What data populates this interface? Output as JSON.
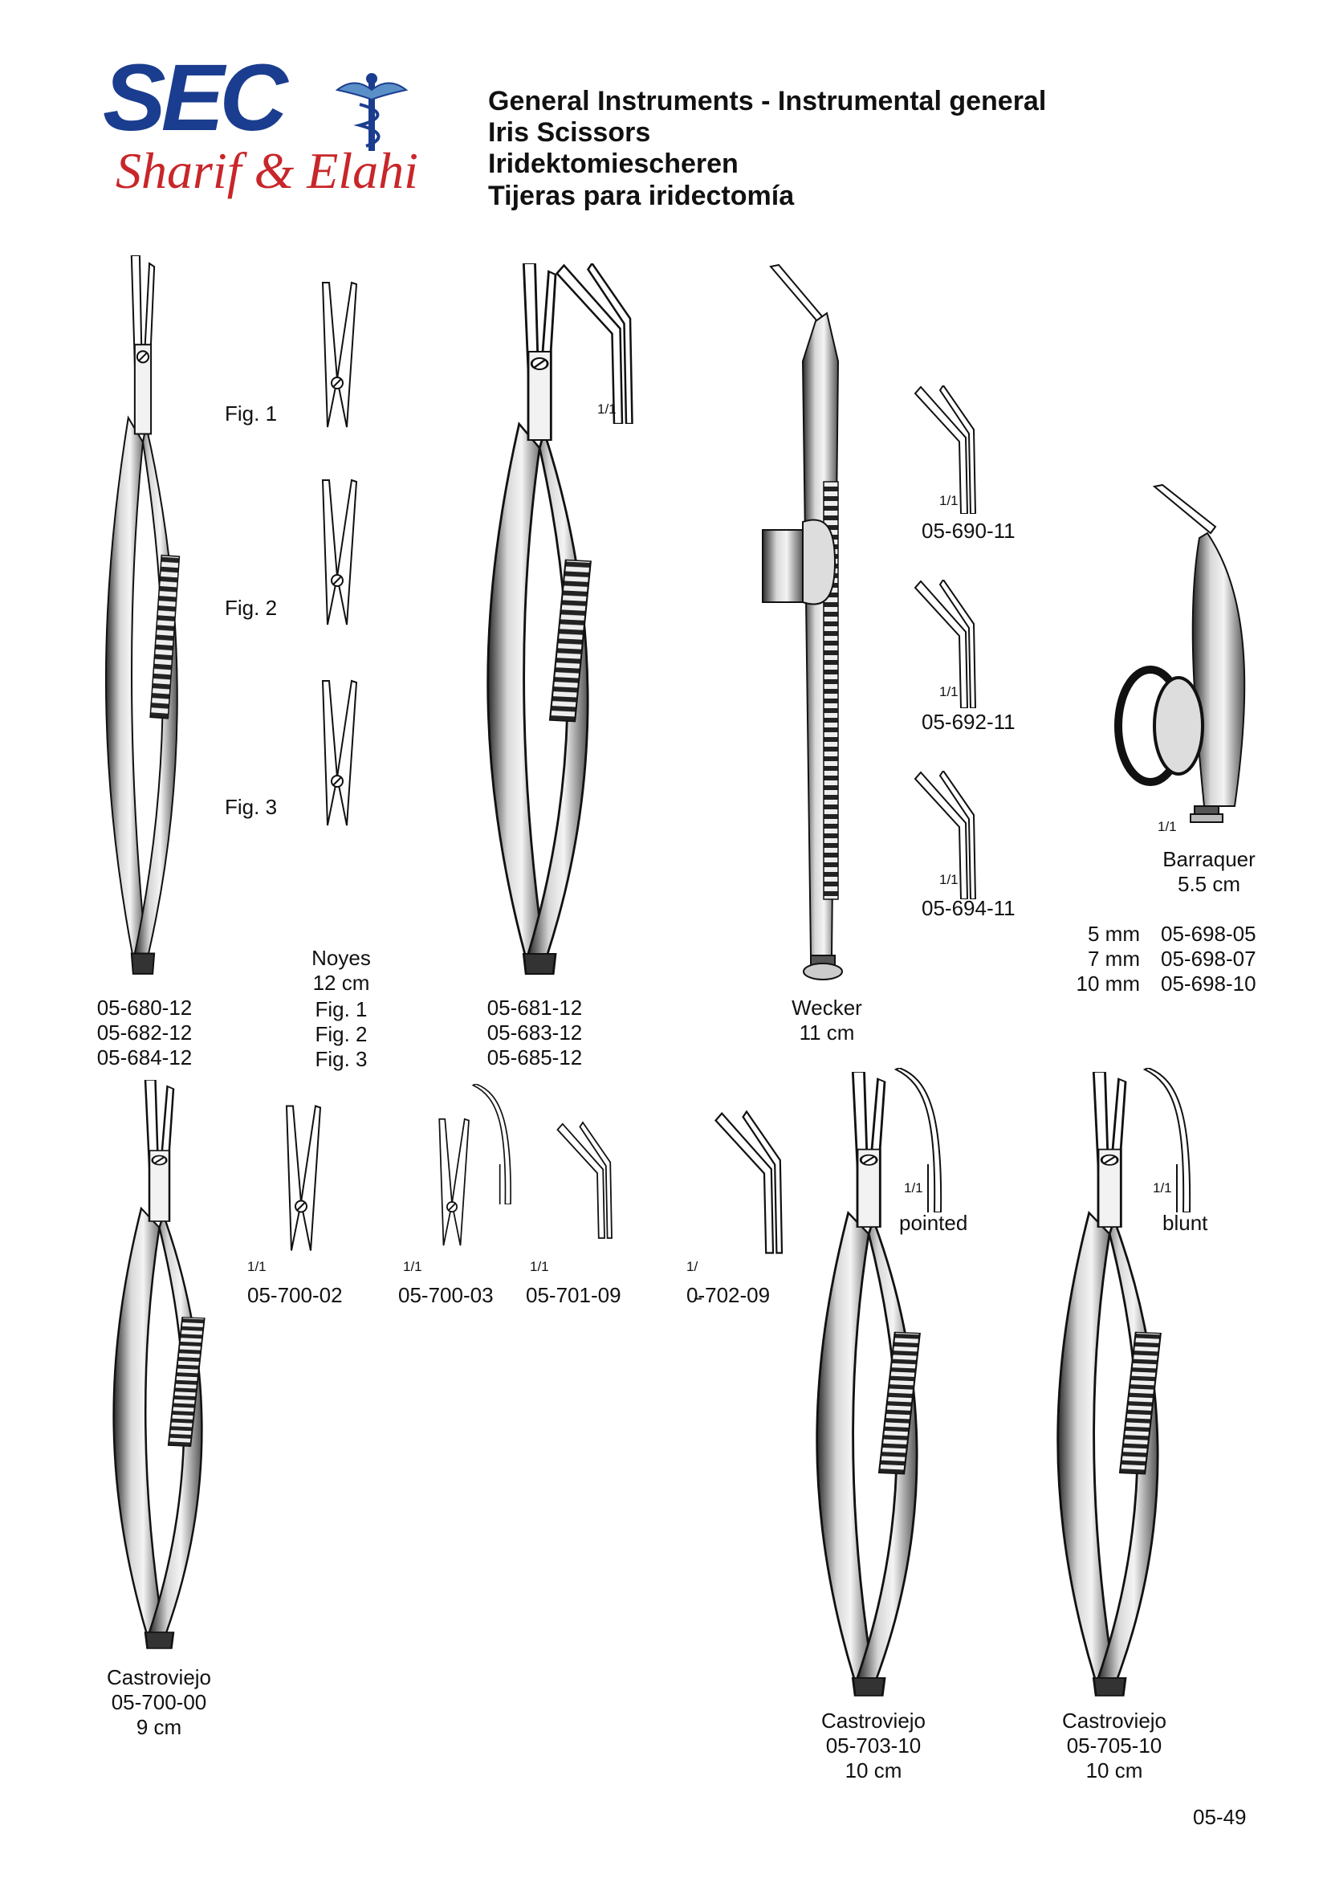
{
  "header": {
    "logo_text": "SEC",
    "logo_script": "Sharif & Elahi",
    "lines": [
      "General Instruments  -  Instrumental general",
      "Iris Scissors",
      "Iridektomiescheren",
      "Tijeras para  iridectomía"
    ]
  },
  "figs": [
    "Fig. 1",
    "Fig. 2",
    "Fig. 3"
  ],
  "noyes": {
    "name": "Noyes",
    "size": "12 cm",
    "codes_left": [
      "05-680-12",
      "05-682-12",
      "05-684-12"
    ],
    "fig_refs": [
      "Fig. 1",
      "Fig. 2",
      "Fig. 3"
    ],
    "codes_right": [
      "05-681-12",
      "05-683-12",
      "05-685-12"
    ]
  },
  "wecker": {
    "name": "Wecker",
    "size": "11 cm",
    "tips": [
      "05-690-11",
      "05-692-11",
      "05-694-11"
    ]
  },
  "barraquer": {
    "name": "Barraquer",
    "size": "5.5 cm",
    "variants": [
      {
        "size": "5 mm",
        "code": "05-698-05"
      },
      {
        "size": "7 mm",
        "code": "05-698-07"
      },
      {
        "size": "10 mm",
        "code": "05-698-10"
      }
    ]
  },
  "small_tips": [
    "05-700-02",
    "05-700-03",
    "05-701-09",
    "0̵-702-09"
  ],
  "scale_label": "1/1",
  "scale_label_short": "1/",
  "castroviejo": [
    {
      "name": "Castroviejo",
      "code": "05-700-00",
      "size": "9 cm"
    },
    {
      "name": "Castroviejo",
      "code": "05-703-10",
      "size": "10 cm"
    },
    {
      "name": "Castroviejo",
      "code": "05-705-10",
      "size": "10 cm"
    }
  ],
  "tip_types": [
    "pointed",
    "blunt"
  ],
  "page_number": "05-49",
  "colors": {
    "logo_blue": "#1b3d8f",
    "logo_red": "#c8262a",
    "text": "#111111"
  }
}
